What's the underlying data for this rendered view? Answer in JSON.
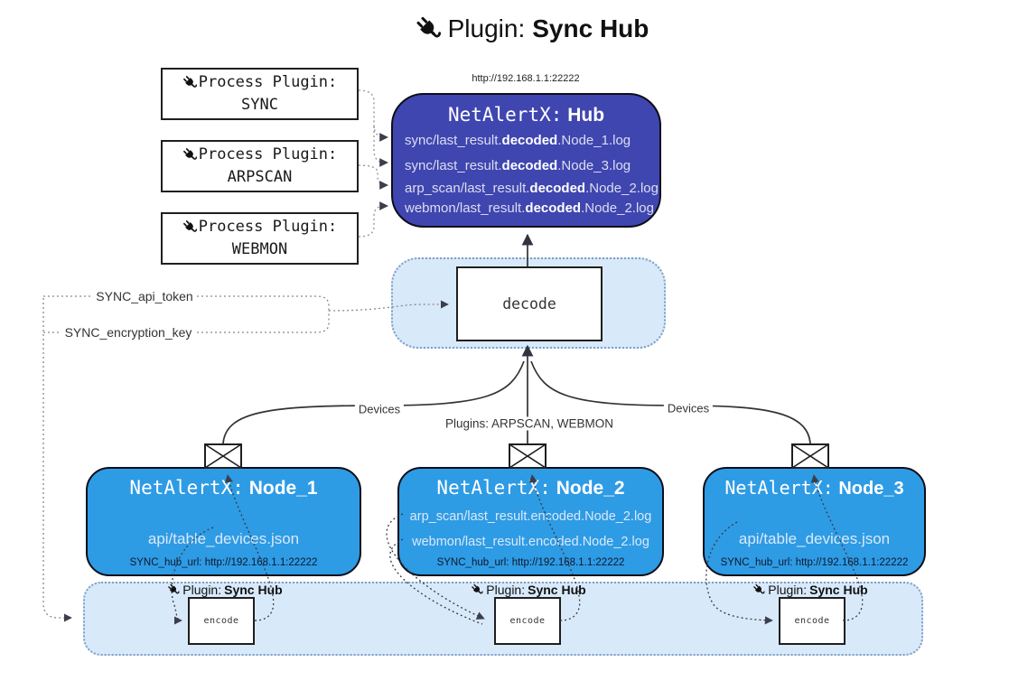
{
  "title": {
    "prefix": "Plugin:",
    "name": "Sync Hub"
  },
  "hub": {
    "url": "http://192.168.1.1:22222",
    "title_prefix": "NetAlertX:",
    "title_name": "Hub",
    "log_lines": [
      {
        "pre": "sync/last_result.",
        "bold": "decoded",
        "post": ".Node_1.log"
      },
      {
        "pre": "sync/last_result.",
        "bold": "decoded",
        "post": ".Node_3.log"
      },
      {
        "pre": "arp_scan/last_result.",
        "bold": "decoded",
        "post": ".Node_2.log"
      },
      {
        "pre": "webmon/last_result.",
        "bold": "decoded",
        "post": ".Node_2.log"
      }
    ]
  },
  "process_plugins": [
    {
      "label": "Process Plugin:",
      "name": "SYNC"
    },
    {
      "label": "Process Plugin:",
      "name": "ARPSCAN"
    },
    {
      "label": "Process Plugin:",
      "name": "WEBMON"
    }
  ],
  "decode": {
    "label": "decode"
  },
  "settings": {
    "api_token": "SYNC_api_token",
    "encryption_key": "SYNC_encryption_key"
  },
  "edges": {
    "devices_left": "Devices",
    "devices_right": "Devices",
    "plugins": "Plugins: ARPSCAN, WEBMON"
  },
  "nodes": [
    {
      "title_prefix": "NetAlertX:",
      "title_name": "Node_1",
      "files": [
        "api/table_devices.json"
      ],
      "hub_url": "SYNC_hub_url: http://192.168.1.1:22222"
    },
    {
      "title_prefix": "NetAlertX:",
      "title_name": "Node_2",
      "files": [
        "arp_scan/last_result.encoded.Node_2.log",
        "webmon/last_result.encoded.Node_2.log"
      ],
      "hub_url": "SYNC_hub_url: http://192.168.1.1:22222"
    },
    {
      "title_prefix": "NetAlertX:",
      "title_name": "Node_3",
      "files": [
        "api/table_devices.json"
      ],
      "hub_url": "SYNC_hub_url: http://192.168.1.1:22222"
    }
  ],
  "encoders": [
    {
      "plugin_prefix": "Plugin:",
      "plugin_name": "Sync Hub",
      "box_label": "encode"
    },
    {
      "plugin_prefix": "Plugin:",
      "plugin_name": "Sync Hub",
      "box_label": "encode"
    },
    {
      "plugin_prefix": "Plugin:",
      "plugin_name": "Sync Hub",
      "box_label": "encode"
    }
  ],
  "colors": {
    "hub_bg": "#3F46B0",
    "node_bg": "#2E9BE5",
    "light_container_bg": "#D8E9FA",
    "container_border": "#7E9EC4",
    "box_border": "#1f1f1f",
    "light_text": "#D9E9FA",
    "dark_text": "#111111",
    "edge_dark": "#333333",
    "edge_gray": "#8a8a8a"
  }
}
